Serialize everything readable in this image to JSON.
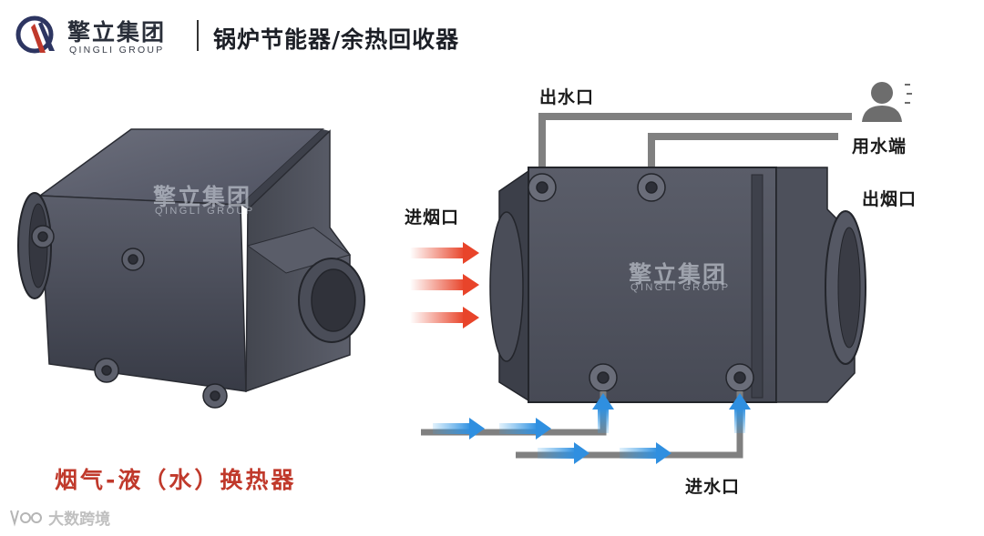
{
  "header": {
    "brand_cn": "擎立集团",
    "brand_en": "QINGLI GROUP",
    "title": "锅炉节能器/余热回收器"
  },
  "labels": {
    "water_out": "出水口",
    "water_user": "用水端",
    "smoke_in": "进烟口",
    "smoke_out": "出烟口",
    "water_in": "进水口"
  },
  "caption": "烟气-液（水）换热器",
  "product_watermark": {
    "brand_cn": "擎立集团",
    "brand_en": "QINGLI GROUP"
  },
  "corner_watermark": "大数跨境",
  "colors": {
    "hot_arrow": "#e8442a",
    "cold_arrow": "#3aa0e8",
    "pipe": "#808080",
    "body": "#4a4d58",
    "caption": "#c0392b"
  }
}
